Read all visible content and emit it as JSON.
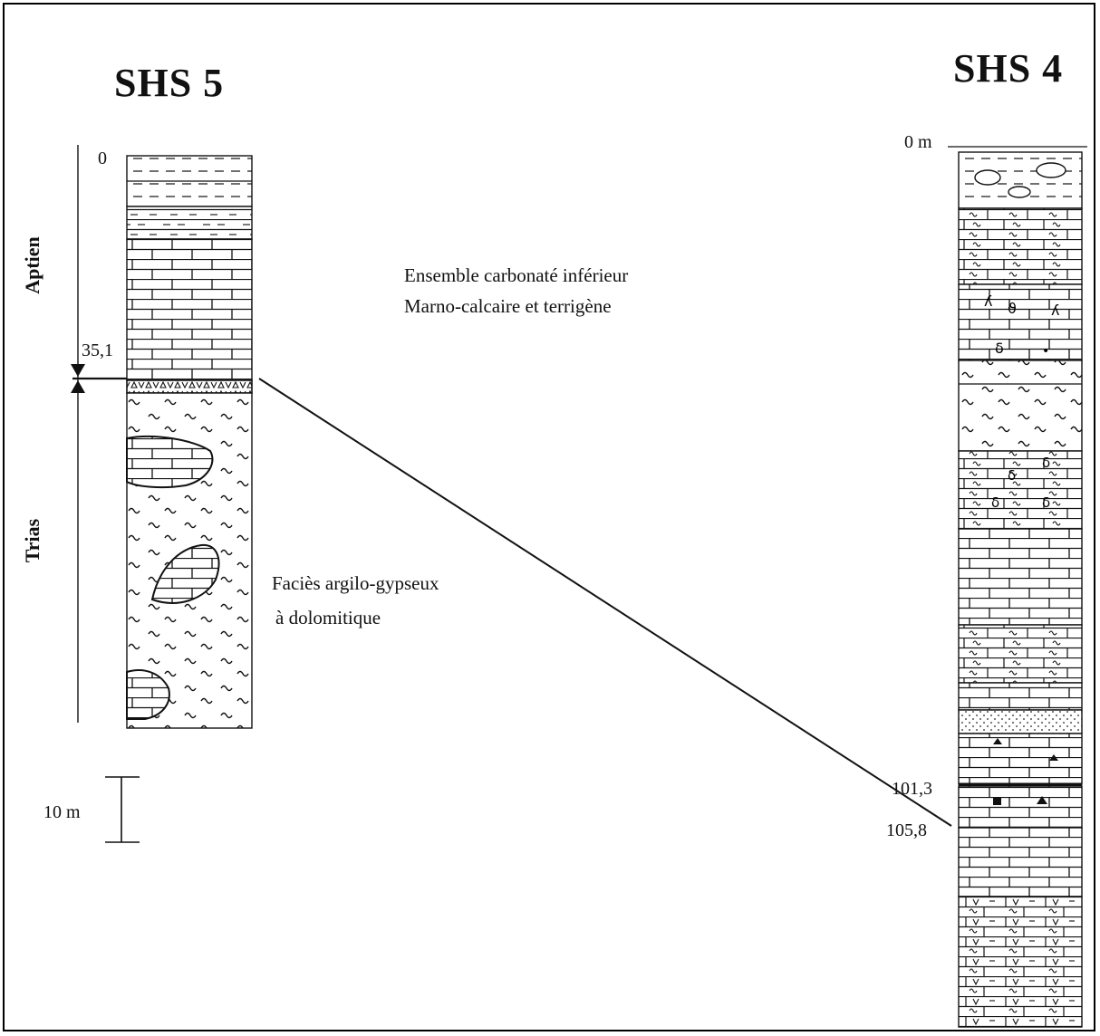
{
  "columns": {
    "left": {
      "title": "SHS 5",
      "depth_top": "0",
      "contact_depth": "35,1",
      "stage_upper": "Aptien",
      "stage_lower": "Trias"
    },
    "right": {
      "title": "SHS 4",
      "depth_top": "0 m",
      "marker_upper": "101,3",
      "marker_lower": "105,8"
    }
  },
  "annotations": {
    "upper_unit_line1": "Ensemble carbonaté inférieur",
    "upper_unit_line2": "Marno-calcaire et terrigène",
    "lower_facies_line1": "Faciès argilo-gypseux",
    "lower_facies_line2": "à dolomitique"
  },
  "scale_bar": {
    "label": "10 m"
  }
}
